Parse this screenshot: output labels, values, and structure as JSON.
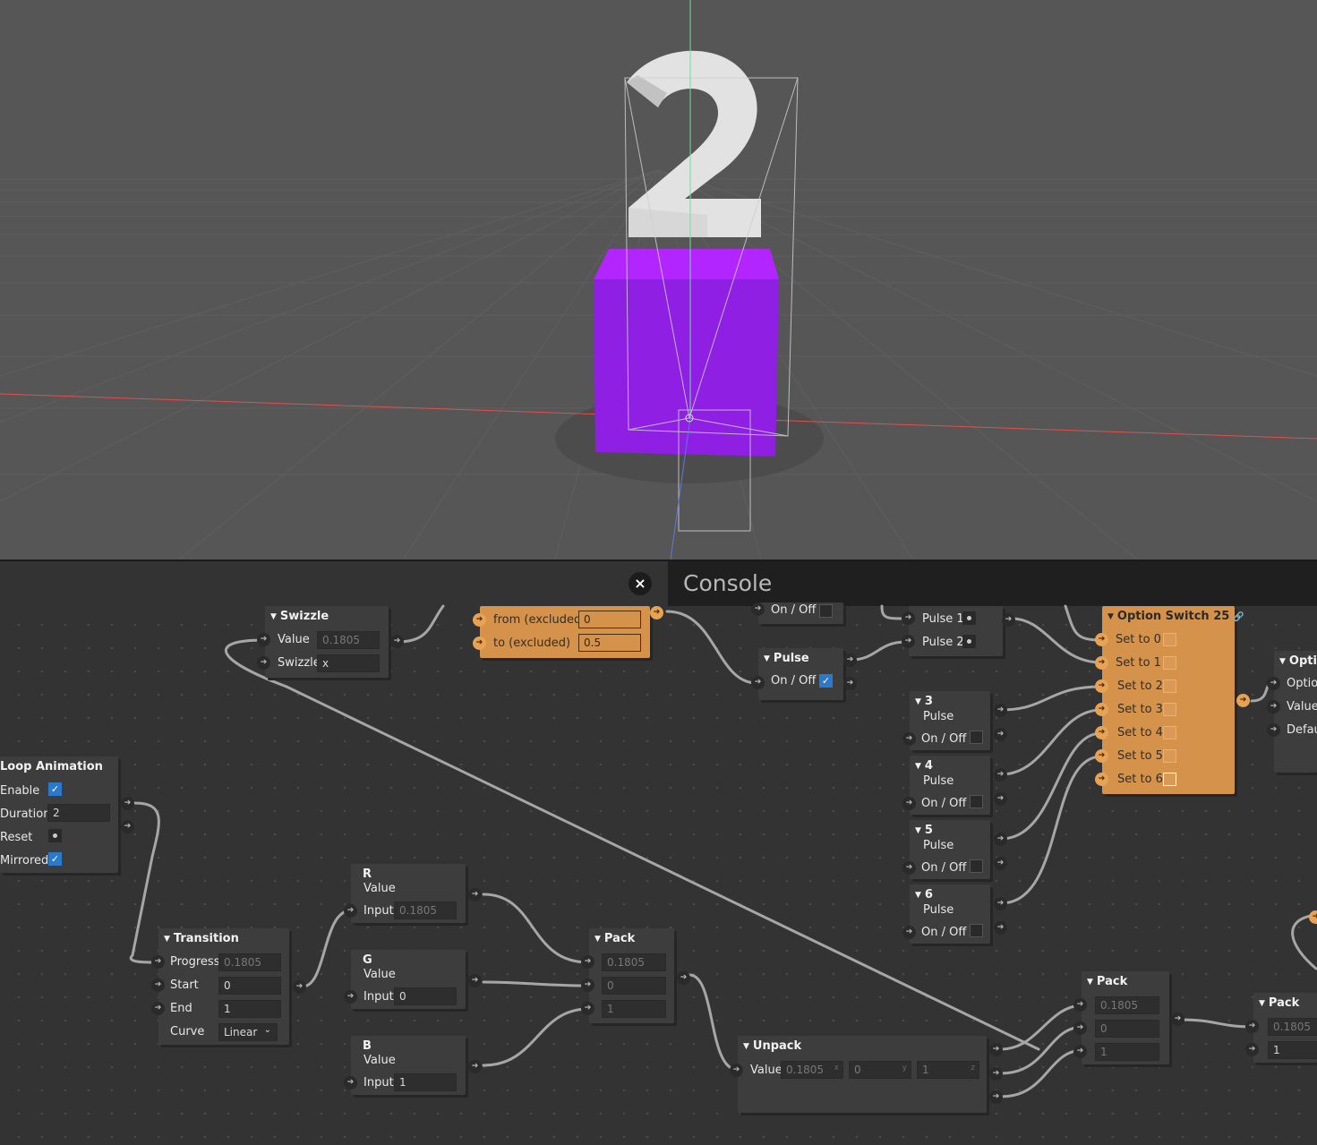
{
  "viewport": {
    "number_glyph": "2",
    "cube_color": "#8e1fe3",
    "number_color": "#e2e2e2",
    "background_color": "#565656",
    "axis_colors": {
      "x": "#e05050",
      "y": "#6fe0a0",
      "z": "#5a7be0"
    }
  },
  "panel": {
    "title": "Console",
    "close_icon": "×"
  },
  "nodes": {
    "swizzle": {
      "title": "Swizzle",
      "value_label": "Value",
      "value": "0.1805",
      "swizzle_label": "Swizzle",
      "swizzle_value": "x"
    },
    "range": {
      "from_label": "from (excluded)",
      "from_value": "0",
      "to_label": "to (excluded)",
      "to_value": "0.5"
    },
    "onoff_top": {
      "label": "On / Off"
    },
    "pulse_main": {
      "title": "Pulse",
      "onoff_label": "On / Off"
    },
    "pulses_top": {
      "pulse1_label": "Pulse 1",
      "pulse2_label": "Pulse 2"
    },
    "option_switch": {
      "title": "Option Switch 25",
      "items": [
        "Set to 0",
        "Set to 1",
        "Set to 2",
        "Set to 3",
        "Set to 4",
        "Set to 5",
        "Set to 6"
      ]
    },
    "option_right": {
      "title": "Optic",
      "items": [
        "Optio",
        "Value",
        "Defau"
      ]
    },
    "pulse3": {
      "title": "3",
      "sub": "Pulse",
      "onoff_label": "On / Off"
    },
    "pulse4": {
      "title": "4",
      "sub": "Pulse",
      "onoff_label": "On / Off"
    },
    "pulse5": {
      "title": "5",
      "sub": "Pulse",
      "onoff_label": "On / Off"
    },
    "pulse6": {
      "title": "6",
      "sub": "Pulse",
      "onoff_label": "On / Off"
    },
    "loop": {
      "title": "Loop Animation",
      "enable_label": "Enable",
      "duration_label": "Duration",
      "duration_value": "2",
      "reset_label": "Reset",
      "mirrored_label": "Mirrored"
    },
    "transition": {
      "title": "Transition",
      "progress_label": "Progress",
      "progress_value": "0.1805",
      "start_label": "Start",
      "start_value": "0",
      "end_label": "End",
      "end_value": "1",
      "curve_label": "Curve",
      "curve_value": "Linear"
    },
    "r": {
      "title": "R",
      "sub": "Value",
      "input_label": "Input",
      "input_value": "0.1805"
    },
    "g": {
      "title": "G",
      "sub": "Value",
      "input_label": "Input",
      "input_value": "0"
    },
    "b": {
      "title": "B",
      "sub": "Value",
      "input_label": "Input",
      "input_value": "1"
    },
    "pack1": {
      "title": "Pack",
      "values": [
        "0.1805",
        "0",
        "1"
      ]
    },
    "unpack": {
      "title": "Unpack",
      "value_label": "Value",
      "x": "0.1805",
      "y": "0",
      "z": "1",
      "x_tag": "x",
      "y_tag": "y",
      "z_tag": "z"
    },
    "pack2": {
      "title": "Pack",
      "values": [
        "0.1805",
        "0",
        "1"
      ]
    },
    "pack3": {
      "title": "Pack",
      "values": [
        "0.1805",
        "1"
      ]
    }
  }
}
